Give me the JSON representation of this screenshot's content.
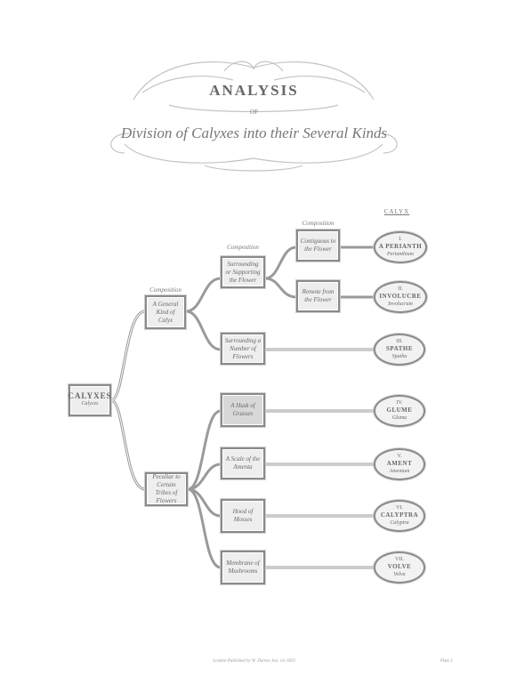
{
  "title": {
    "main": "ANALYSIS",
    "of": "OF",
    "sub": "Division of Calyxes into their Several Kinds"
  },
  "column_header": "CALYX",
  "root": {
    "name": "CALYXES",
    "latin": "Calyces"
  },
  "level1": [
    {
      "label": "Composition",
      "text": "A General Kind of Calyx"
    },
    {
      "text": "Peculiar to Certain Tribes of Flowers"
    }
  ],
  "level2_upper": [
    {
      "label": "Composition",
      "text": "Surrounding or Supporting the Flower"
    },
    {
      "text": "Surrounding a Number of Flowers"
    }
  ],
  "level3_upper": [
    {
      "label": "Composition",
      "text": "Contiguous to the Flower"
    },
    {
      "text": "Remote from the Flower"
    }
  ],
  "level2_lower": [
    {
      "text": "A Husk of Grasses"
    },
    {
      "text": "A Scale of the Amenta"
    },
    {
      "text": "Hood of Mosses"
    },
    {
      "text": "Membrane of Mushrooms"
    }
  ],
  "ovals": [
    {
      "numeral": "I.",
      "name": "A PERIANTH",
      "latin": "Perianthium"
    },
    {
      "numeral": "II.",
      "name": "INVOLUCRE",
      "latin": "Involucrum"
    },
    {
      "numeral": "III.",
      "name": "SPATHE",
      "latin": "Spatha"
    },
    {
      "numeral": "IV.",
      "name": "GLUME",
      "latin": "Gluma"
    },
    {
      "numeral": "V.",
      "name": "AMENT",
      "latin": "Amentum"
    },
    {
      "numeral": "VI.",
      "name": "CALYPTRA",
      "latin": "Calyptra"
    },
    {
      "numeral": "VII.",
      "name": "VOLVE",
      "latin": "Volva"
    }
  ],
  "footer": {
    "publisher": "London Published by W. Darton Jun. 1st 1823",
    "plate": "Plate 2"
  },
  "colors": {
    "line": "#8a8a8a",
    "box_fill": "#eeeeee",
    "text": "#666666"
  }
}
